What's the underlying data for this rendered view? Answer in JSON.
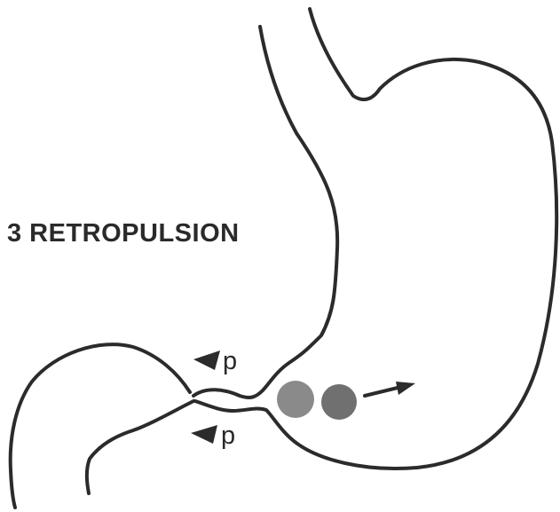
{
  "diagram": {
    "title": "3 RETROPULSION",
    "pressure_labels": [
      "p",
      "p"
    ],
    "colors": {
      "outline": "#2b2b2b",
      "bolus_textured": "#8a8a8a",
      "bolus_solid": "#707070"
    }
  }
}
